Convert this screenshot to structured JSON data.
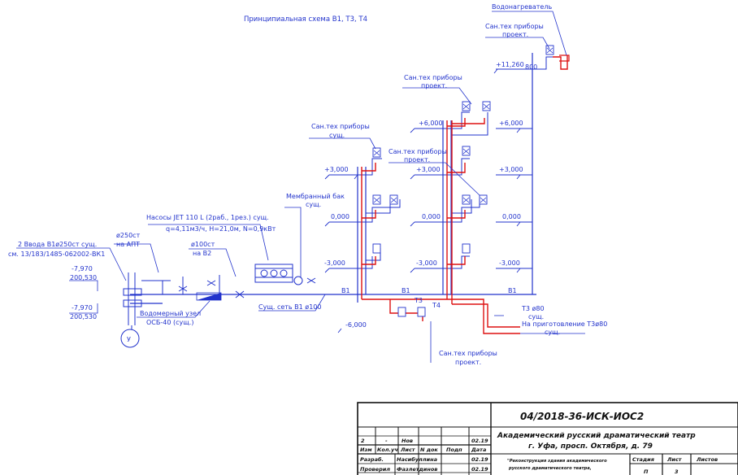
{
  "scheme_title": "Принципиальная схема В1, Т3, Т4",
  "labels": {
    "water_heater": "Водонагреватель",
    "sanitary_design_top_1": "Сан.тех приборы",
    "sanitary_design_top_2": "проект.",
    "sanitary_design_mid_1": "Сан.тех приборы",
    "sanitary_design_mid_2": "проект.",
    "sanitary_exist_1": "Сан.тех приборы",
    "sanitary_exist_2": "сущ.",
    "sanitary_design_center_1": "Сан.тех приборы",
    "sanitary_design_center_2": "проект.",
    "sanitary_design_bottom_1": "Сан.тех приборы",
    "sanitary_design_bottom_2": "проект.",
    "membrane_tank_1": "Мембранный бак",
    "membrane_tank_2": "сущ.",
    "pumps_1": "Насосы JET 110 L (2раб., 1рез.) сущ.",
    "pumps_2": "q=4,11м3/ч, H=21,0м, N=0,9кВт",
    "inlets_1": "2 Ввода В1ø250ст сущ.",
    "inlets_2": "см. 13/183/1485-062002-ВК1",
    "apt_1": "ø250ст",
    "apt_2": "на АПТ",
    "b2_1": "ø100ст",
    "b2_2": "на В2",
    "meter_1": "Водомерный узел",
    "meter_2": "ОСБ-40 (сущ.)",
    "exist_network": "Сущ. сеть В1 ø100",
    "t3_1": "Т3 ø80",
    "t3_2": "сущ.",
    "heating_1": "На приготовление Т3ø80",
    "heating_2": "сущ.",
    "circle_u": "У"
  },
  "elevations": {
    "e11260": "+11,260",
    "e6000": "+6,000",
    "e3000": "+3,000",
    "e0000": "0,000",
    "em3000": "-3,000",
    "em6000": "-6,000",
    "em7970": "-7,970",
    "e200530": "200,530",
    "e800": "800"
  },
  "pipe_labels": {
    "b1": "В1",
    "t3": "Т3",
    "t4": "Т4"
  },
  "stamp": {
    "code": "04/2018-36-ИСК-ИОС2",
    "theatre": "Академический русский драматический театр",
    "address": "г. Уфа, просп. Октября, д. 79",
    "change_row": [
      "2",
      "-",
      "Нов",
      "",
      "",
      "02.19"
    ],
    "headers": [
      "Изм",
      "Кол.уч",
      "Лист",
      "N док",
      "Подп",
      "Дата"
    ],
    "developer_role": "Разраб.",
    "developer_name": "Насибуллина",
    "developer_date": "02.19",
    "checker_role": "Проверил",
    "checker_name": "Фазлетдинов",
    "checker_date": "02.19",
    "desc_1": "\"Реконструкция здания академического",
    "desc_2": "русского драматического театра,",
    "stage_h": "Стадия",
    "sheet_h": "Лист",
    "sheets_h": "Листов",
    "stage_val": "П",
    "sheet_val": "3"
  },
  "colors": {
    "cold_water": "#2233cc",
    "hot_water": "#dd1111",
    "frame": "#111111"
  }
}
